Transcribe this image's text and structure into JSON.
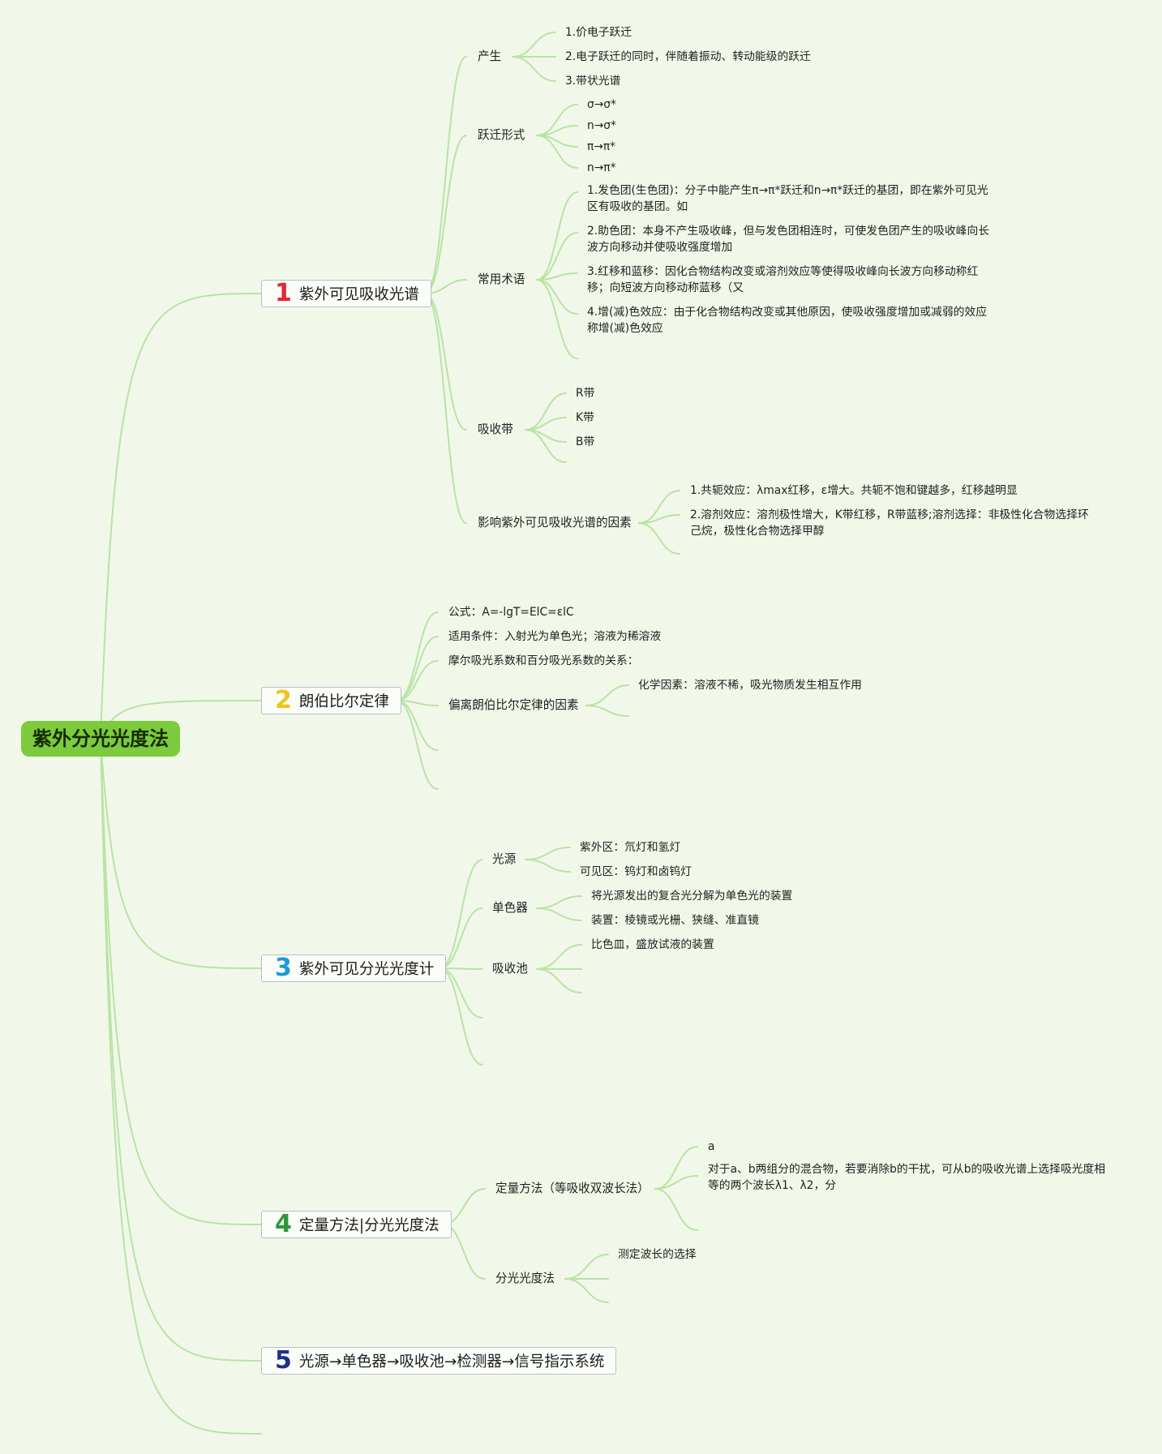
{
  "root": "紫外分光光度法",
  "branches": [
    {
      "num": "1",
      "num_color": "#e8262f",
      "label": "紫外可见吸收光谱",
      "children": [
        {
          "label": "产生",
          "items": [
            "1.价电子跃迁",
            "2.电子跃迁的同时，伴随着振动、转动能级的跃迁",
            "3.带状光谱"
          ]
        },
        {
          "label": "跃迁形式",
          "items": [
            "σ→σ*",
            "n→σ*",
            "π→π*",
            "n→π*"
          ]
        },
        {
          "label": "常用术语",
          "items": [
            "1.发色团(生色团)：分子中能产生π→π*跃迁和n→π*跃迁的基团，即在紫外可见光区有吸收的基团。如",
            "2.助色团：本身不产生吸收峰，但与发色团相连时，可使发色团产生的吸收峰向长波方向移动并使吸收强度增加",
            "3.红移和蓝移：因化合物结构改变或溶剂效应等使得吸收峰向长波方向移动称红移；向短波方向移动称蓝移（又",
            "4.增(减)色效应：由于化合物结构改变或其他原因，使吸收强度增加或减弱的效应称增(减)色效应"
          ]
        },
        {
          "label": "吸收带",
          "items": [
            "R带",
            "K带",
            "B带"
          ]
        },
        {
          "label": "影响紫外可见吸收光谱的因素",
          "items": [
            "1.共轭效应：λmax红移，ε增大。共轭不饱和键越多，红移越明显",
            "2.溶剂效应：溶剂极性增大，K带红移，R带蓝移;溶剂选择：非极性化合物选择环己烷，极性化合物选择甲醇"
          ]
        }
      ]
    },
    {
      "num": "2",
      "num_color": "#f0c419",
      "label": "朗伯比尔定律",
      "children": [
        {
          "label": "公式：A=-lgT=ElC=εlC"
        },
        {
          "label": "适用条件：入射光为单色光；溶液为稀溶液"
        },
        {
          "label": "摩尔吸光系数和百分吸光系数的关系："
        },
        {
          "label": "偏离朗伯比尔定律的因素",
          "items": [
            "化学因素：溶液不稀，吸光物质发生相互作用"
          ]
        }
      ]
    },
    {
      "num": "3",
      "num_color": "#1a9bd7",
      "label": "紫外可见分光光度计",
      "children": [
        {
          "label": "光源",
          "items": [
            "紫外区：氘灯和氢灯",
            "可见区：钨灯和卤钨灯"
          ]
        },
        {
          "label": "单色器",
          "items": [
            "将光源发出的复合光分解为单色光的装置",
            "装置：棱镜或光栅、狭缝、准直镜"
          ]
        },
        {
          "label": "吸收池",
          "items": [
            "比色皿，盛放试液的装置"
          ]
        }
      ]
    },
    {
      "num": "4",
      "num_color": "#2a9a3a",
      "label": "定量方法|分光光度法",
      "children": [
        {
          "label": "定量方法（等吸收双波长法）",
          "items": [
            "a",
            "对于a、b两组分的混合物，若要消除b的干扰，可从b的吸收光谱上选择吸光度相等的两个波长λ1、λ2，分"
          ]
        },
        {
          "label": "分光光度法",
          "items": [
            "测定波长的选择"
          ]
        }
      ]
    },
    {
      "num": "5",
      "num_color": "#1f2f8c",
      "label": "光源→单色器→吸收池→检测器→信号指示系统"
    }
  ]
}
